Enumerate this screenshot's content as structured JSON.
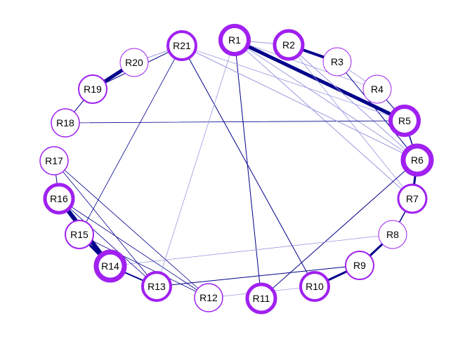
{
  "colors": {
    "background": "#ffffff",
    "node_fill": "#ffffff",
    "node_stroke": "#a020f0",
    "edge_dark": "#00008b",
    "edge_light": "#9a9ae0",
    "label": "#000000"
  },
  "nodes": [
    {
      "id": "R1",
      "label": "R1",
      "border": 6
    },
    {
      "id": "R2",
      "label": "R2",
      "border": 5
    },
    {
      "id": "R3",
      "label": "R3",
      "border": 1
    },
    {
      "id": "R4",
      "label": "R4",
      "border": 1
    },
    {
      "id": "R5",
      "label": "R5",
      "border": 6
    },
    {
      "id": "R6",
      "label": "R6",
      "border": 7
    },
    {
      "id": "R7",
      "label": "R7",
      "border": 3
    },
    {
      "id": "R8",
      "label": "R8",
      "border": 1
    },
    {
      "id": "R9",
      "label": "R9",
      "border": 2
    },
    {
      "id": "R10",
      "label": "R10",
      "border": 4
    },
    {
      "id": "R11",
      "label": "R11",
      "border": 5
    },
    {
      "id": "R12",
      "label": "R12",
      "border": 1.5
    },
    {
      "id": "R13",
      "label": "R13",
      "border": 4
    },
    {
      "id": "R14",
      "label": "R14",
      "border": 7
    },
    {
      "id": "R15",
      "label": "R15",
      "border": 2
    },
    {
      "id": "R16",
      "label": "R16",
      "border": 5
    },
    {
      "id": "R17",
      "label": "R17",
      "border": 1.5
    },
    {
      "id": "R18",
      "label": "R18",
      "border": 1.5
    },
    {
      "id": "R19",
      "label": "R19",
      "border": 2
    },
    {
      "id": "R20",
      "label": "R20",
      "border": 1
    },
    {
      "id": "R21",
      "label": "R21",
      "border": 4
    }
  ],
  "edges": [
    {
      "source": "R1",
      "target": "R5",
      "weight": 5,
      "shade": "dark"
    },
    {
      "source": "R2",
      "target": "R3",
      "weight": 4,
      "shade": "dark"
    },
    {
      "source": "R1",
      "target": "R2",
      "weight": 1,
      "shade": "light"
    },
    {
      "source": "R1",
      "target": "R11",
      "weight": 1,
      "shade": "dark"
    },
    {
      "source": "R1",
      "target": "R6",
      "weight": 1,
      "shade": "light"
    },
    {
      "source": "R1",
      "target": "R7",
      "weight": 1,
      "shade": "light"
    },
    {
      "source": "R1",
      "target": "R4",
      "weight": 0.8,
      "shade": "light"
    },
    {
      "source": "R2",
      "target": "R6",
      "weight": 1,
      "shade": "light"
    },
    {
      "source": "R2",
      "target": "R7",
      "weight": 0.8,
      "shade": "light"
    },
    {
      "source": "R3",
      "target": "R6",
      "weight": 1,
      "shade": "dark"
    },
    {
      "source": "R3",
      "target": "R4",
      "weight": 0.8,
      "shade": "light"
    },
    {
      "source": "R4",
      "target": "R5",
      "weight": 1,
      "shade": "dark"
    },
    {
      "source": "R5",
      "target": "R6",
      "weight": 1.5,
      "shade": "dark"
    },
    {
      "source": "R6",
      "target": "R7",
      "weight": 3,
      "shade": "dark"
    },
    {
      "source": "R6",
      "target": "R11",
      "weight": 1,
      "shade": "dark"
    },
    {
      "source": "R5",
      "target": "R18",
      "weight": 0.8,
      "shade": "dark"
    },
    {
      "source": "R7",
      "target": "R8",
      "weight": 1.5,
      "shade": "dark"
    },
    {
      "source": "R8",
      "target": "R9",
      "weight": 3,
      "shade": "dark"
    },
    {
      "source": "R8",
      "target": "R14",
      "weight": 0.8,
      "shade": "light"
    },
    {
      "source": "R9",
      "target": "R10",
      "weight": 3,
      "shade": "dark"
    },
    {
      "source": "R9",
      "target": "R13",
      "weight": 1,
      "shade": "dark"
    },
    {
      "source": "R10",
      "target": "R21",
      "weight": 1,
      "shade": "dark"
    },
    {
      "source": "R10",
      "target": "R12",
      "weight": 0.8,
      "shade": "light"
    },
    {
      "source": "R13",
      "target": "R14",
      "weight": 2,
      "shade": "dark"
    },
    {
      "source": "R13",
      "target": "R17",
      "weight": 0.8,
      "shade": "dark"
    },
    {
      "source": "R12",
      "target": "R16",
      "weight": 0.8,
      "shade": "dark"
    },
    {
      "source": "R12",
      "target": "R15",
      "weight": 0.8,
      "shade": "dark"
    },
    {
      "source": "R12",
      "target": "R17",
      "weight": 0.8,
      "shade": "dark"
    },
    {
      "source": "R13",
      "target": "R16",
      "weight": 0.8,
      "shade": "dark"
    },
    {
      "source": "R14",
      "target": "R16",
      "weight": 6,
      "shade": "dark"
    },
    {
      "source": "R14",
      "target": "R15",
      "weight": 3,
      "shade": "dark"
    },
    {
      "source": "R13",
      "target": "R1",
      "weight": 0.8,
      "shade": "light"
    },
    {
      "source": "R15",
      "target": "R21",
      "weight": 0.8,
      "shade": "dark"
    },
    {
      "source": "R16",
      "target": "R17",
      "weight": 1,
      "shade": "dark"
    },
    {
      "source": "R19",
      "target": "R20",
      "weight": 5,
      "shade": "dark"
    },
    {
      "source": "R19",
      "target": "R21",
      "weight": 1,
      "shade": "dark"
    },
    {
      "source": "R20",
      "target": "R21",
      "weight": 1,
      "shade": "light"
    },
    {
      "source": "R18",
      "target": "R19",
      "weight": 1,
      "shade": "dark"
    },
    {
      "source": "R21",
      "target": "R6",
      "weight": 1,
      "shade": "light"
    },
    {
      "source": "R21",
      "target": "R5",
      "weight": 0.8,
      "shade": "light"
    }
  ]
}
